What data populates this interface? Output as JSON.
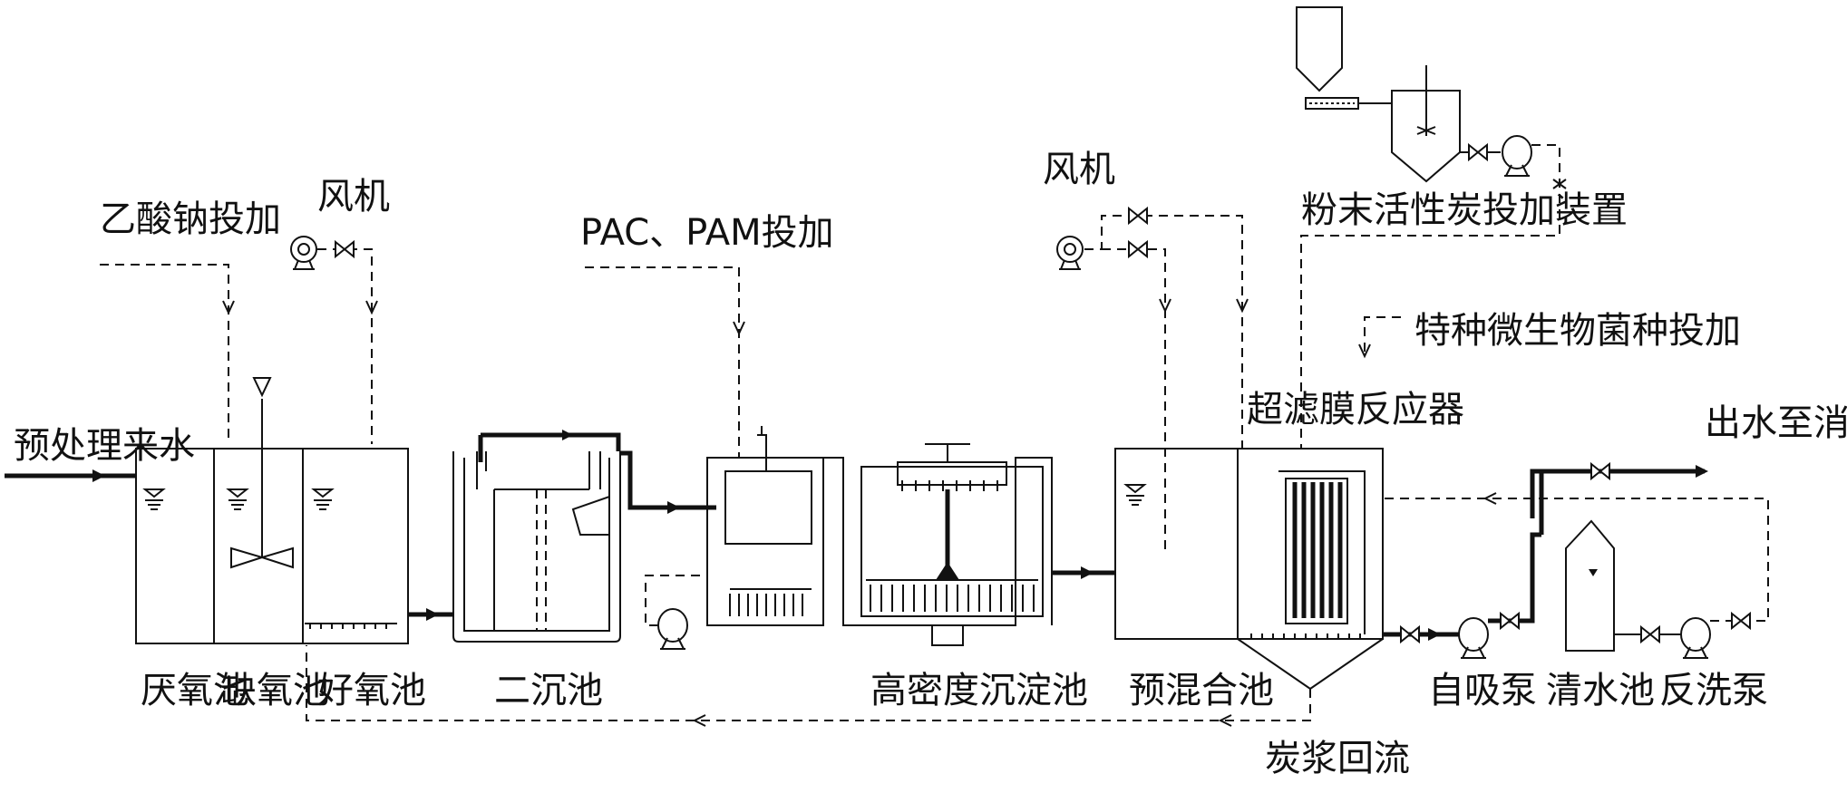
{
  "labels": {
    "inlet": "预处理来水",
    "sodium_acetate": "乙酸钠投加",
    "blower_1": "风机",
    "pac_pam": "PAC、PAM投加",
    "blower_2": "风机",
    "carbon_dosing_device": "粉末活性炭投加装置",
    "special_microbe": "特种微生物菌种投加",
    "uf_reactor": "超滤膜反应器",
    "outlet": "出水至消毒池",
    "anaerobic_tank": "厌氧池",
    "anoxic_tank": "缺氧池",
    "aerobic_tank": "好氧池",
    "secondary_clarifier": "二沉池",
    "high_density_clarifier": "高密度沉淀池",
    "premix_tank": "预混合池",
    "self_priming_pump": "自吸泵",
    "clear_water_tank": "清水池",
    "backwash_pump": "反洗泵",
    "carbon_slurry_return": "炭浆回流"
  }
}
